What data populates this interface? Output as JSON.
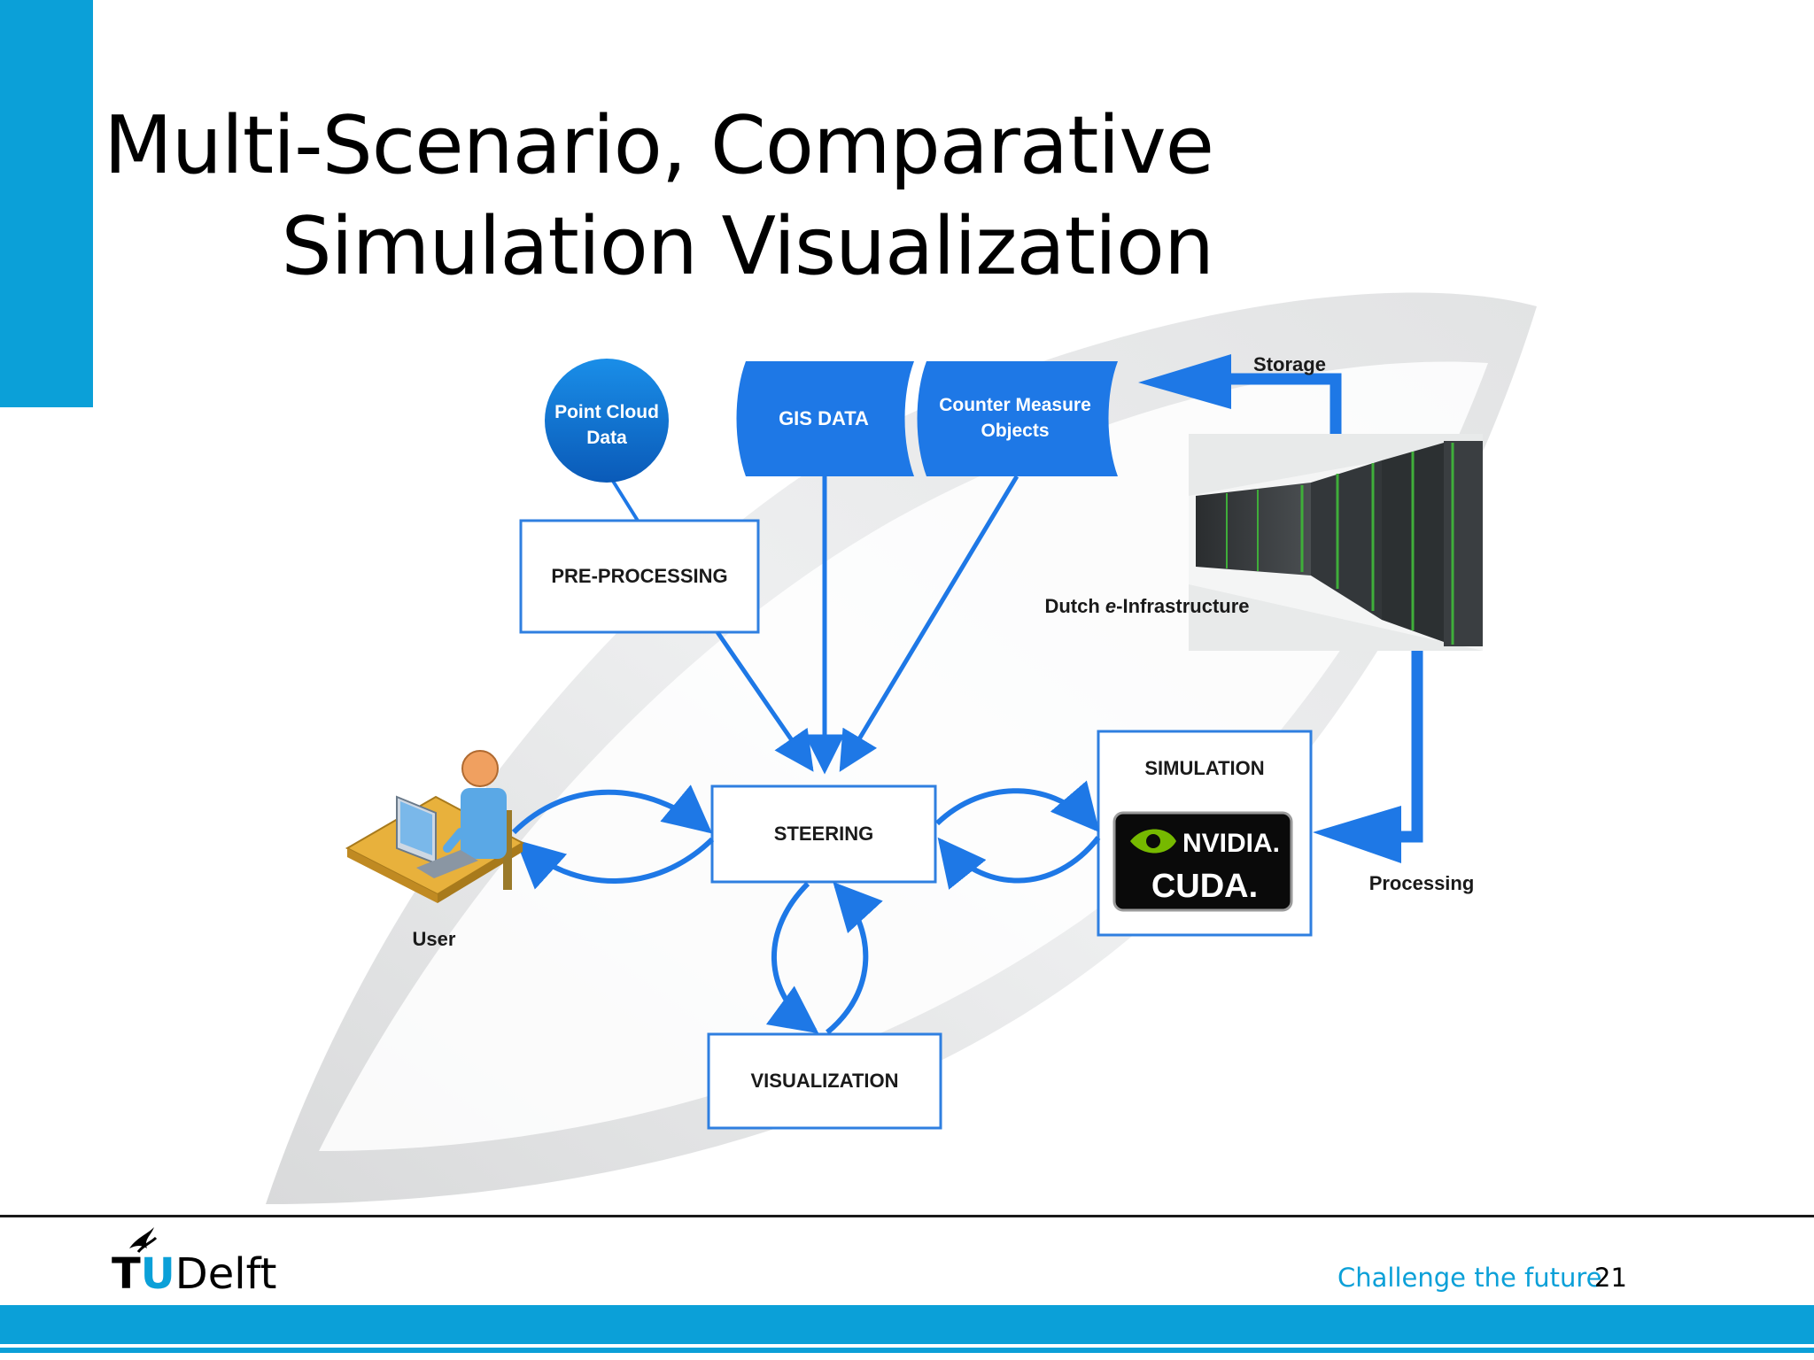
{
  "slide": {
    "title_line1": "Multi-Scenario, Comparative",
    "title_line2": "Simulation Visualization",
    "page_number": "21"
  },
  "diagram": {
    "point_cloud": [
      "Point Cloud",
      "Data"
    ],
    "gis_data": "GIS DATA",
    "counter_measure": [
      "Counter Measure",
      "Objects"
    ],
    "storage": "Storage",
    "infrastructure_prefix": "Dutch ",
    "infrastructure_italic": "e",
    "infrastructure_suffix": "-Infrastructure",
    "pre_processing": "PRE-PROCESSING",
    "steering": "STEERING",
    "simulation": "SIMULATION",
    "visualization": "VISUALIZATION",
    "user": "User",
    "processing": "Processing",
    "nvidia": "NVIDIA.",
    "cuda": "CUDA."
  },
  "footer": {
    "logo_tu": "T",
    "logo_u": "U",
    "logo_delft": "Delft",
    "tagline": "Challenge the future"
  },
  "colors": {
    "accent": "#0ba0d8",
    "diagram_blue": "#1e78e6",
    "box_border": "#2f7fe0"
  }
}
